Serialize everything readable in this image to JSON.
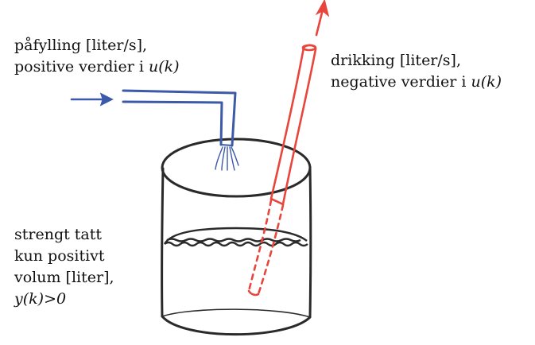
{
  "labels": {
    "inflow": {
      "line1": "påfylling [liter/s],",
      "line2_prefix": "positive verdier i ",
      "line2_var": "u(k)"
    },
    "outflow": {
      "line1": "drikking [liter/s],",
      "line2_prefix": "negative verdier i ",
      "line2_var": "u(k)"
    },
    "volume": {
      "line1": "strengt tatt",
      "line2": "kun positivt",
      "line3": "volum [liter],",
      "line4_var": "y(k)>0"
    }
  },
  "colors": {
    "tank_ink": "#2a2a2a",
    "inflow_pipe": "#3d5aa8",
    "straw": "#e8453c",
    "text": "#111111"
  },
  "icons": {
    "inflow_arrow": "arrow-right-icon",
    "outflow_arrow": "arrow-up-icon"
  }
}
